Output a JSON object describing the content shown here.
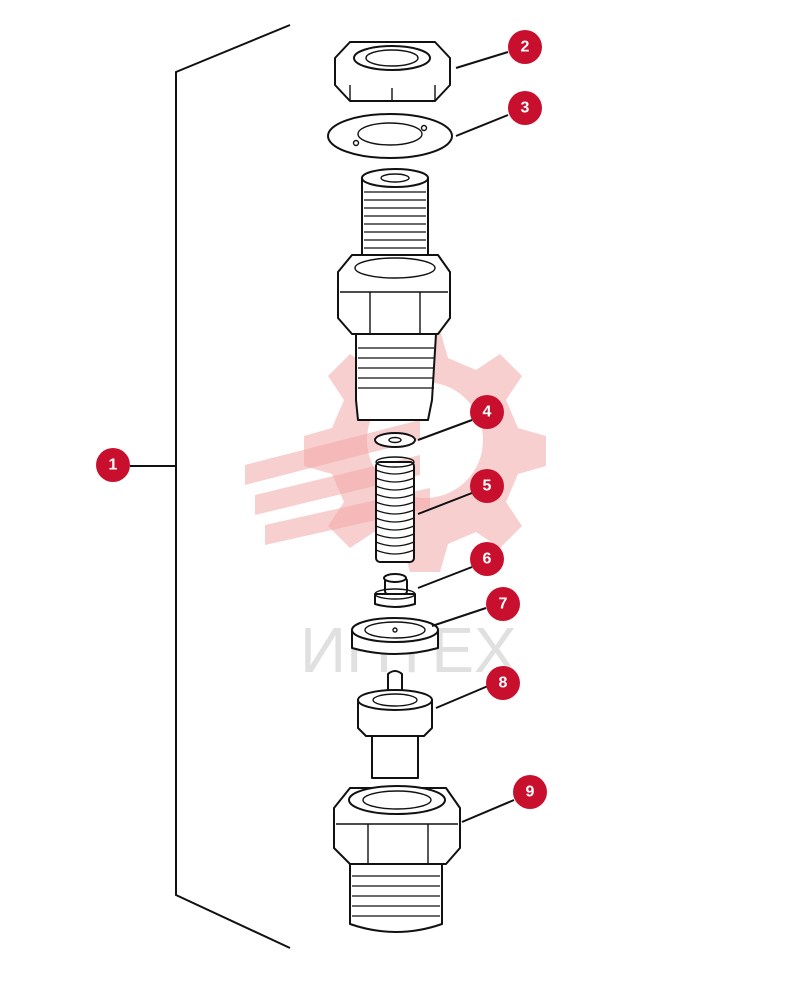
{
  "diagram": {
    "callouts": [
      {
        "id": "c1",
        "label": "1"
      },
      {
        "id": "c2",
        "label": "2"
      },
      {
        "id": "c3",
        "label": "3"
      },
      {
        "id": "c4",
        "label": "4"
      },
      {
        "id": "c5",
        "label": "5"
      },
      {
        "id": "c6",
        "label": "6"
      },
      {
        "id": "c7",
        "label": "7"
      },
      {
        "id": "c8",
        "label": "8"
      },
      {
        "id": "c9",
        "label": "9"
      }
    ],
    "watermark": {
      "text": "ИНТЕХ"
    },
    "colors": {
      "callout": "#c8102e",
      "watermark": "#f3a8a8",
      "line": "#111111"
    }
  }
}
